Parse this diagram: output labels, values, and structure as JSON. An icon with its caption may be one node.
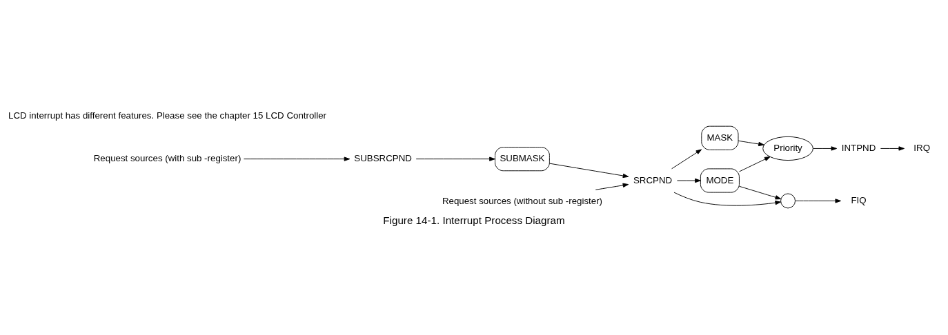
{
  "diagram": {
    "caption": "Figure 14-1. Interrupt Process Diagram",
    "nodes": [
      {
        "text": [
          "Request sources (with sub -register)"
        ]
      },
      {
        "text": [
          "SUBSRCPND"
        ]
      },
      {
        "text": [
          "SUBMASK"
        ]
      },
      {
        "text": [
          "Request sources (without sub -register)"
        ]
      },
      {
        "text": [
          "SRCPND"
        ]
      },
      {
        "text": [
          "MASK"
        ]
      },
      {
        "text": [
          "MODE"
        ]
      },
      {
        "text": [
          "Priority"
        ]
      },
      {
        "text": [
          "INTPND"
        ]
      },
      {
        "text": [
          "IRQ"
        ]
      },
      {
        "text": [],
        "shape": "circle"
      },
      {
        "text": [
          "FIQ"
        ]
      }
    ],
    "edges": [
      {
        "from": 0,
        "to": 1,
        "arrow": "to"
      },
      {
        "from": 1,
        "to": 2,
        "arrow": "to"
      },
      {
        "from": 2,
        "to": 4,
        "arrow": "to"
      },
      {
        "from": 3,
        "to": 4,
        "arrow": "to"
      },
      {
        "from": 4,
        "to": 5,
        "arrow": "to"
      },
      {
        "from": 4,
        "to": 6,
        "arrow": "to"
      },
      {
        "from": 4,
        "to": 10,
        "arrow": "to"
      },
      {
        "from": 5,
        "to": 7,
        "arrow": "to"
      },
      {
        "from": 6,
        "to": 7,
        "arrow": "to"
      },
      {
        "from": 6,
        "to": 10,
        "arrow": "to"
      },
      {
        "from": 7,
        "to": 8,
        "arrow": "to"
      },
      {
        "from": 8,
        "to": 9,
        "arrow": "to"
      },
      {
        "from": 10,
        "to": 11,
        "arrow": "to"
      }
    ],
    "labels": [
      "LCD interrupt has different features. Please see the chapter 15 LCD Controller"
    ]
  }
}
